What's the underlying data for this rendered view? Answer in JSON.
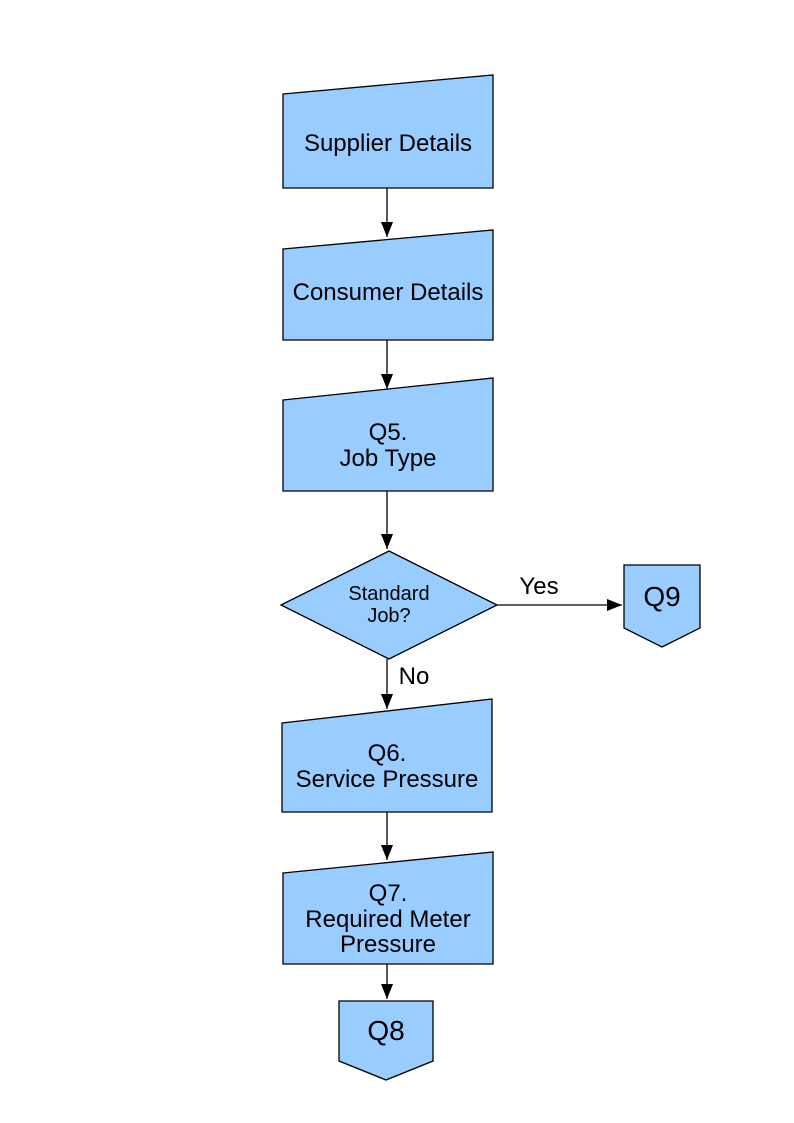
{
  "page": {
    "background_color": "#ffffff"
  },
  "diagram": {
    "shape_fill": "#99CCFF",
    "shape_stroke": "#000000",
    "connector_color": "#000000",
    "text_color": "#000000",
    "nodes": {
      "supplier": {
        "type": "manual-input",
        "label": "Supplier Details"
      },
      "consumer": {
        "type": "manual-input",
        "label": "Consumer Details"
      },
      "q5": {
        "type": "manual-input",
        "lines": [
          "Q5.",
          "Job Type"
        ]
      },
      "standard_job": {
        "type": "decision",
        "lines": [
          "Standard",
          "Job?"
        ]
      },
      "q9": {
        "type": "off-page-connector",
        "label": "Q9"
      },
      "q6": {
        "type": "manual-input",
        "lines": [
          "Q6.",
          "Service Pressure"
        ]
      },
      "q7": {
        "type": "manual-input",
        "lines": [
          "Q7.",
          "Required Meter",
          "Pressure"
        ]
      },
      "q8": {
        "type": "off-page-connector",
        "label": "Q8"
      }
    },
    "edges": {
      "yes_label": "Yes",
      "no_label": "No"
    }
  }
}
